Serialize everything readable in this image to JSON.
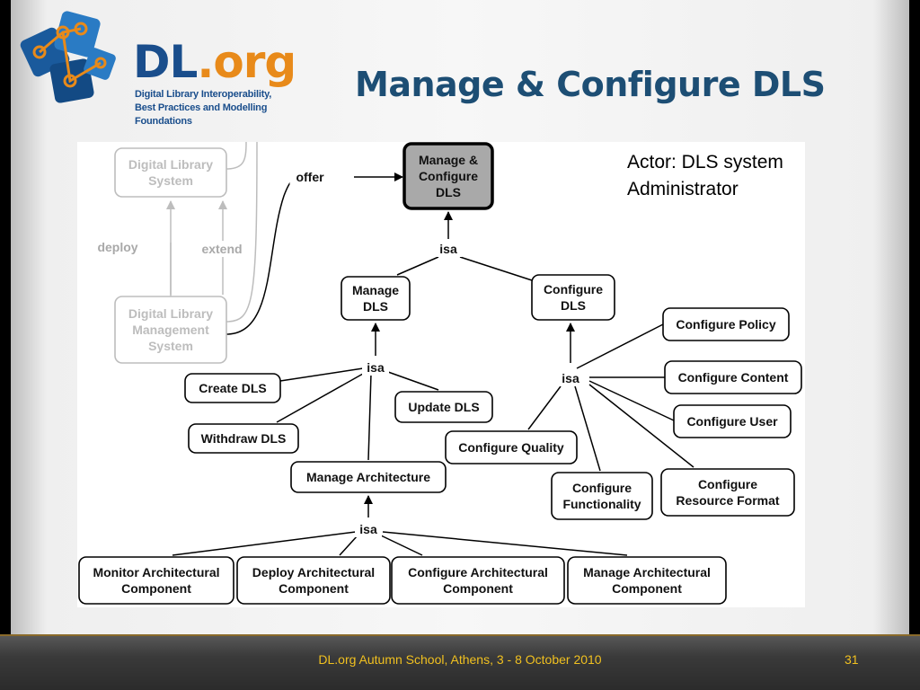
{
  "logo": {
    "name": "DL",
    "suffix": ".org",
    "subtitle_line1": "Digital Library Interoperability,",
    "subtitle_line2": "Best Practices and Modelling Foundations"
  },
  "title": "Manage & Configure DLS",
  "actor": {
    "line1": "Actor: DLS system",
    "line2": "Administrator"
  },
  "nodes": {
    "dl_system": [
      "Digital Library",
      "System"
    ],
    "dlms": [
      "Digital Library",
      "Management",
      "System"
    ],
    "manage_configure": [
      "Manage &",
      "Configure",
      "DLS"
    ],
    "manage_dls": [
      "Manage",
      "DLS"
    ],
    "configure_dls": [
      "Configure",
      "DLS"
    ],
    "create_dls": [
      "Create DLS"
    ],
    "withdraw_dls": [
      "Withdraw DLS"
    ],
    "update_dls": [
      "Update DLS"
    ],
    "manage_architecture": [
      "Manage Architecture"
    ],
    "configure_policy": [
      "Configure Policy"
    ],
    "configure_content": [
      "Configure Content"
    ],
    "configure_user": [
      "Configure User"
    ],
    "configure_quality": [
      "Configure Quality"
    ],
    "configure_functionality": [
      "Configure",
      "Functionality"
    ],
    "configure_resource_format": [
      "Configure",
      "Resource Format"
    ],
    "monitor_arch_comp": [
      "Monitor Architectural",
      "Component"
    ],
    "deploy_arch_comp": [
      "Deploy Architectural",
      "Component"
    ],
    "configure_arch_comp": [
      "Configure Architectural",
      "Component"
    ],
    "manage_arch_comp": [
      "Manage Architectural",
      "Component"
    ]
  },
  "relations": {
    "offer": "offer",
    "deploy": "deploy",
    "extend": "extend",
    "isa": "isa"
  },
  "footer": {
    "text": "DL.org Autumn School, Athens, 3 - 8 October 2010",
    "page": "31"
  },
  "colors": {
    "title": "#1d4e74",
    "logo_blue": "#1a4e8c",
    "logo_orange": "#e88a1a",
    "footer_text": "#f0c020",
    "highlight_fill": "#a9a9a9"
  }
}
